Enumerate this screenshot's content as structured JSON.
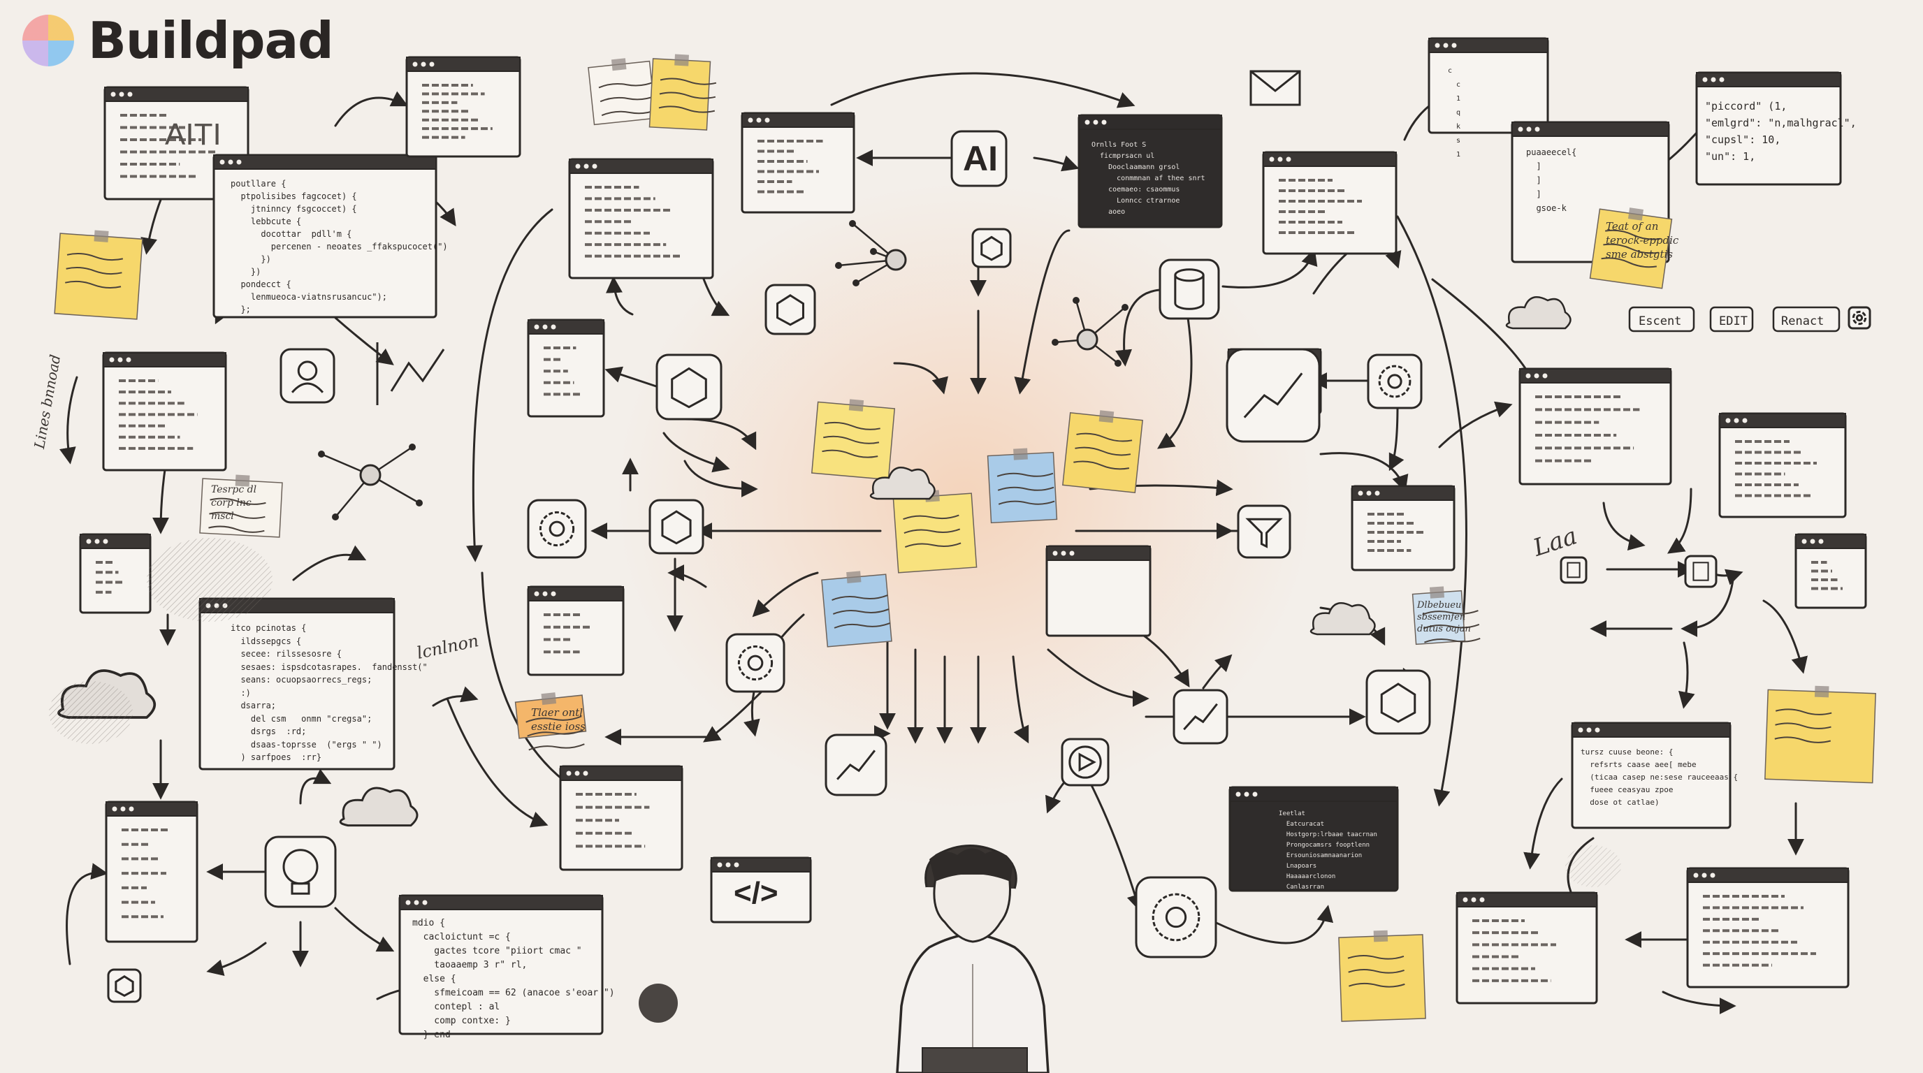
{
  "brand": {
    "name": "Buildpad"
  },
  "labels": {
    "ai_box": "AI",
    "ai_sketch": "AITI",
    "code_tag": "</>",
    "tag_escent": "Escent",
    "tag_edit": "EDIT",
    "tag_renact": "Renact",
    "json_snippet": "\"piccord\" (1,\n\"emlgrd\": \"n,malhgracl\",\n\"cupsl\": 10,\n\"un\": 1,",
    "code_left": "poutllare {\n  ptpolisibes fagcocet) {\n    jtninncy fsgcoccet) {\n    lebbcute {\n      docottar  pdll'm {\n        percenen - neoates _ffakspucocet(\")\n      })\n    })\n  pondecct {\n    lenmueoca-viatnsrusancuc\");\n  };",
    "code_middle_left": "itco pcinotas {\n  ildssepgcs {\n  secee: rilssesosre {\n  sesaes: ispsdcotasrapes.  fandensst(\"\n  seans: ocuopsaorrecs_regs;\n  :)\n  dsarra;\n    del csm   onmn \"cregsa\";\n    dsrgs  :rd;\n    dsaas-toprsse  (\"ergs \" \")\n  ) sarfpoes  :rr}",
    "code_bottom": "mdio {\n  cacloictunt =c {\n    gactes tcore \"piiort cmac \"\n    taoaaemp 3 r\" rl,\n  else {\n    sfmeicoam == 62 (anacoe s'eoar \")\n    contepl : al\n    comp contxe: }\n  } end",
    "code_dark_top": "Ornlls Foot S\n  ficmprsacn ul\n    Dooclaamann grsol\n      conmmnan af thee snrt\n    coemaeo: csaommus\n      Lonncc ctrarnoe\n    aoeo",
    "code_dark_bottom": "Ieetlat\n  Eatcuracat\n  Hostgorp:lrbaae taacrnan\n  Prongocamsrs fooptlenn\n  Ersouniosamnaanarion\n  Lnapoars\n  Haaaaarclonon\n  Canlasrran",
    "code_right": "tursz cuuse beone: {\n  refsrts caase aee[ mebe\n  (ticaa casep ne:sese rauceeaas {\n  fueee ceasyau zpoe\n  dose ot catlae)",
    "code_top_right": "c\n  c\n  1\n  q\n  k\n  s\n  1",
    "code_tr_overlay": "puaaeecel{\n  ]\n  ]\n  ]\n  gsoe-k",
    "note_top_center": "Teat of an\nterock-eppdic\nsme abstgtis",
    "note_orange": "Tlaer ontl\nesstie ioss",
    "note_blue_right": "Dlbebueu\nsbssemfen\ndutus oajan",
    "scrawl_left_vertical": "Lines bnnoad",
    "scrawl_mid_left": "lcnlnon",
    "scrawl_right": "Laa",
    "scrawl_sketch_note": "Tesrpc dl\ncorp lnc\nmscl"
  },
  "icons": [
    "ai-chip-icon",
    "lightbulb-icon",
    "database-icon",
    "cloud-icon",
    "chart-icon",
    "brain-icon",
    "play-icon",
    "filter-icon",
    "openai-knot-icon",
    "user-icon",
    "mail-icon",
    "hierarchy-icon",
    "network-node-icon",
    "cube-icon",
    "gear-icon",
    "target-icon",
    "document-icon",
    "person-icon"
  ],
  "colors": {
    "paper": "#f3efea",
    "ink": "#2b2826",
    "note_yellow": "#f6d76b",
    "note_yellow_light": "#f8e27e",
    "note_blue": "#a9cbe8",
    "note_orange": "#f4b66a",
    "glow": "#f6c6a2"
  }
}
